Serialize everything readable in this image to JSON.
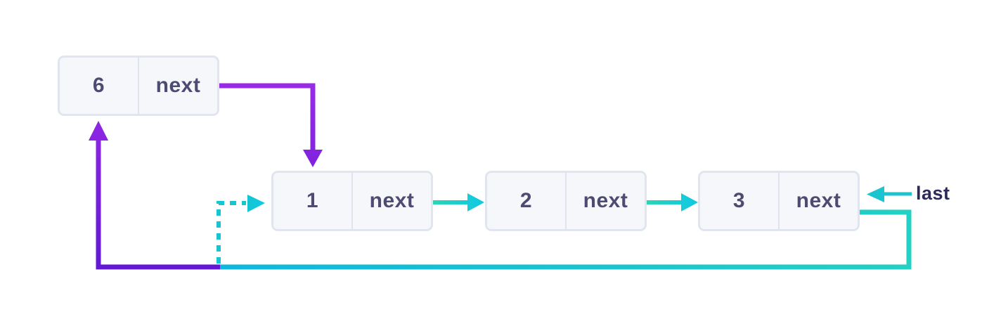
{
  "diagram_type": "circular-singly-linked-list",
  "nodes": [
    {
      "value": "6",
      "pointer_label": "next"
    },
    {
      "value": "1",
      "pointer_label": "next"
    },
    {
      "value": "2",
      "pointer_label": "next"
    },
    {
      "value": "3",
      "pointer_label": "next"
    }
  ],
  "labels": {
    "last": "last"
  },
  "edges": [
    "6.next -> 1 (solid purple elbow)",
    "1.next -> 2 (solid teal arrow)",
    "2.next -> 3 (solid teal arrow)",
    "3.next -> 6 (teal line around bottom turning purple up into 6)",
    "old 3.next -> 1 (dashed teal arrow)",
    "last -> 3 (teal arrow from label)"
  ],
  "colors": {
    "purple_start": "#9b2ae8",
    "purple_end": "#6018d4",
    "teal_start": "#2dd3b4",
    "teal_end": "#0ec9e6",
    "teal_line_start": "#22d0c4",
    "teal_line_end": "#0db8dc",
    "teal_dash": "#15c5cf",
    "last_arrow": "#1cc4cf",
    "box_fill": "#f6f7fb",
    "box_border": "#e1e5f0",
    "node_text": "#4e4b72",
    "last_text": "#2c295c"
  }
}
